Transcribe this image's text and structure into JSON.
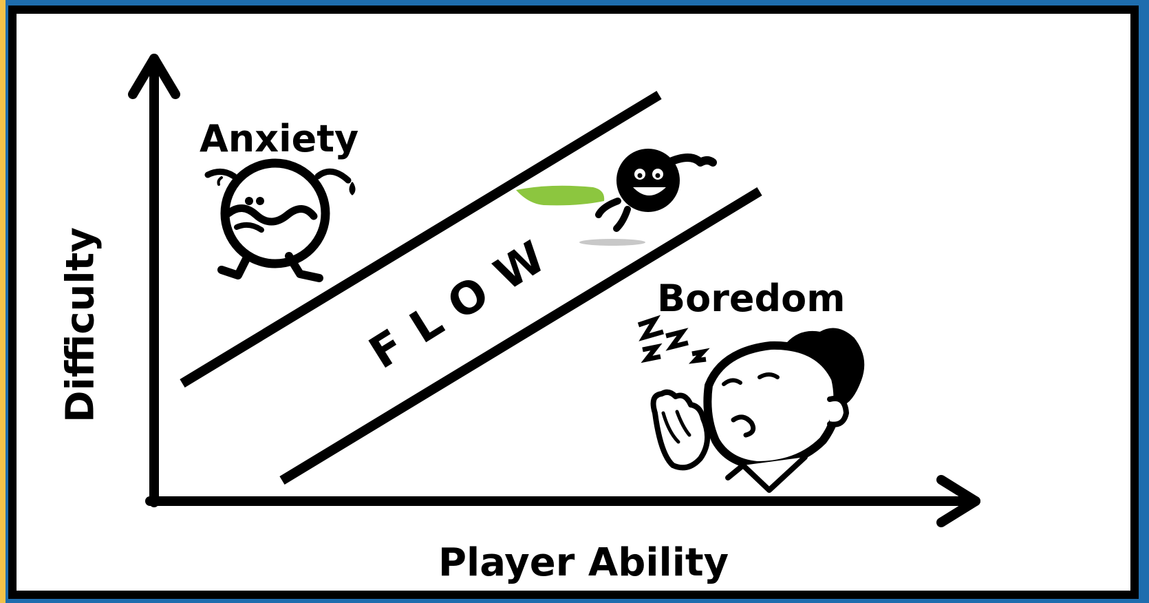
{
  "diagram": {
    "y_axis_label": "Difficulty",
    "x_axis_label": "Player Ability",
    "zones": {
      "anxiety": "Anxiety",
      "flow": "FLOW",
      "boredom": "Boredom"
    },
    "colors": {
      "background": "#ffffff",
      "ink": "#000000",
      "cape": "#8cc63f",
      "border_blue": "#1e6dae",
      "border_yellow": "#f2c24a"
    },
    "icons": [
      "anxious-character-icon",
      "superhero-character-icon",
      "sleeping-man-icon",
      "zzz-icon"
    ]
  }
}
